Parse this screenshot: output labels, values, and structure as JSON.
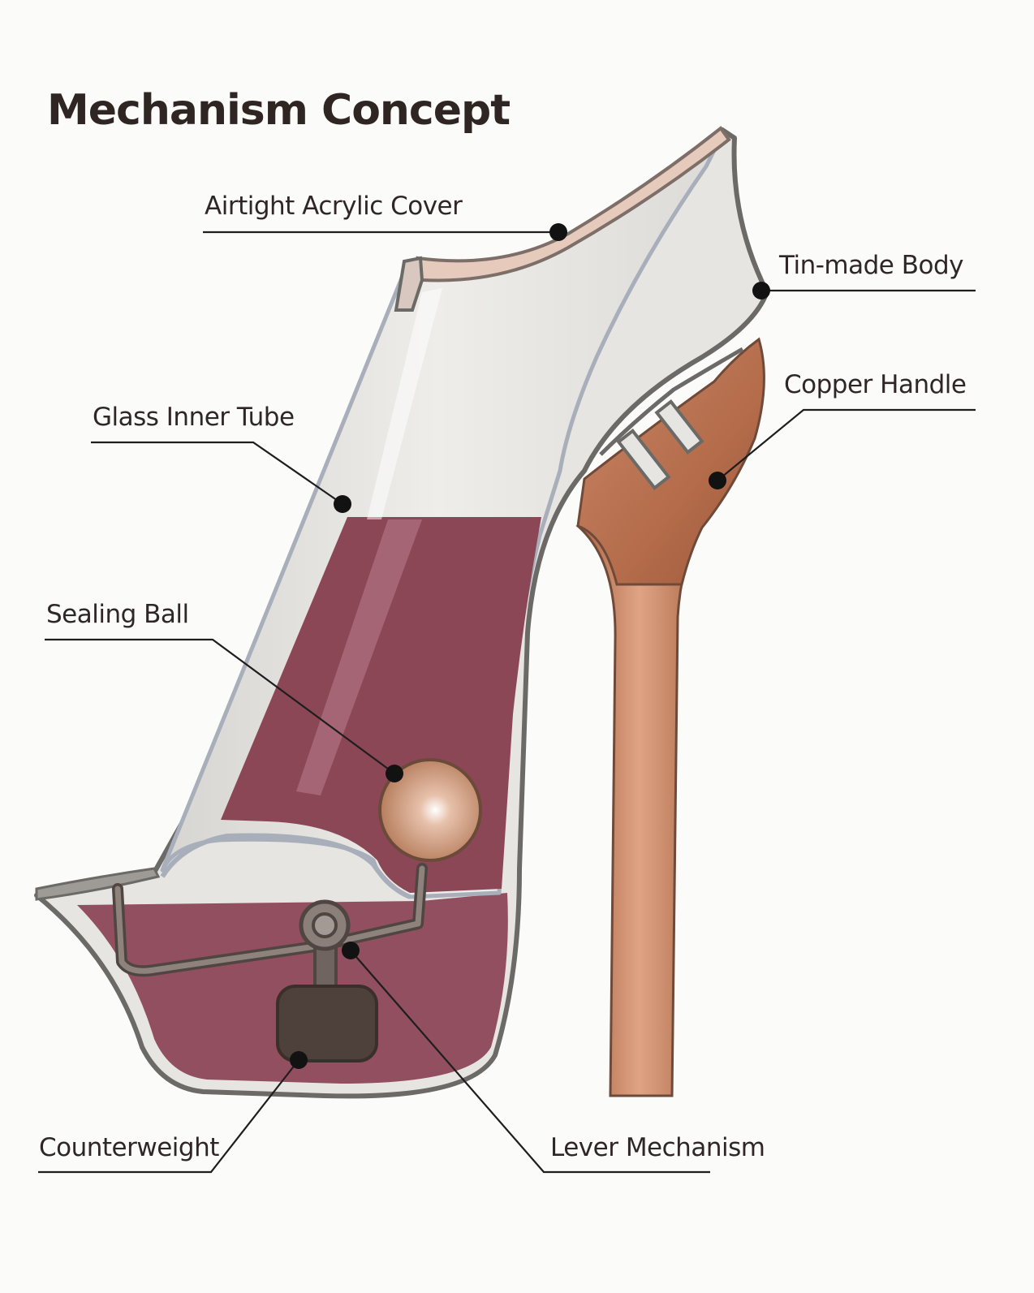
{
  "title": "Mechanism Concept",
  "labels": {
    "acrylic_cover": "Airtight Acrylic Cover",
    "tin_body": "Tin-made Body",
    "copper_handle": "Copper Handle",
    "glass_tube": "Glass Inner Tube",
    "sealing_ball": "Sealing Ball",
    "counterweight": "Counterweight",
    "lever": "Lever Mechanism"
  },
  "colors": {
    "liquid": "#8c4757",
    "copper": "#b06f4c",
    "tin": "#7a7876",
    "glass": "#e3e2df",
    "acrylic": "#e6cbbd",
    "counterweight": "#4e403b",
    "background": "#fbfbfa"
  }
}
